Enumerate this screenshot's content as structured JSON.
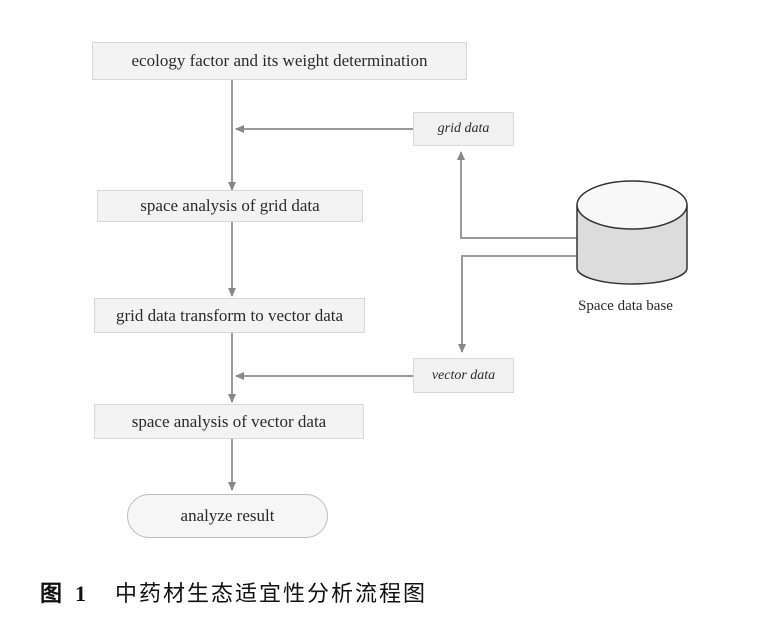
{
  "diagram": {
    "nodes": {
      "ecology": "ecology factor and its weight determination",
      "space_grid": "space analysis of grid data",
      "transform": "grid data transform to vector data",
      "space_vector": "space analysis of vector data",
      "result": "analyze  result",
      "grid_data": "grid data",
      "vector_data": "vector data",
      "database": "Space data base"
    },
    "edges": [
      {
        "from": "ecology",
        "to": "space_grid"
      },
      {
        "from": "grid_data",
        "to": "main-flow"
      },
      {
        "from": "space_grid",
        "to": "transform"
      },
      {
        "from": "transform",
        "to": "space_vector"
      },
      {
        "from": "vector_data",
        "to": "main-flow"
      },
      {
        "from": "space_vector",
        "to": "result"
      },
      {
        "from": "database",
        "to": "grid_data"
      },
      {
        "from": "database",
        "to": "vector_data"
      }
    ]
  },
  "caption": {
    "fig_label": "图",
    "fig_number": "1",
    "text": "中药材生态适宜性分析流程图"
  }
}
